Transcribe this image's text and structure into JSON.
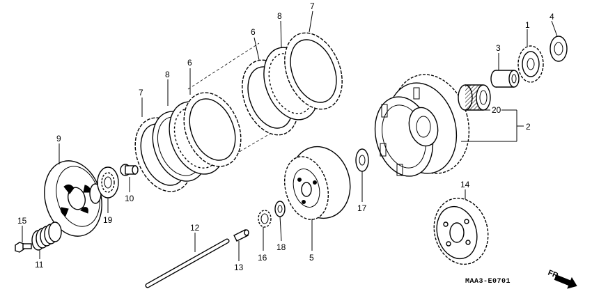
{
  "labels": {
    "p1": "1",
    "p2": "2",
    "p3": "3",
    "p4": "4",
    "p5": "5",
    "p6a": "6",
    "p6b": "6",
    "p7a": "7",
    "p7b": "7",
    "p8a": "8",
    "p8b": "8",
    "p9": "9",
    "p10": "10",
    "p11": "11",
    "p12": "12",
    "p13": "13",
    "p14": "14",
    "p15": "15",
    "p16": "16",
    "p17": "17",
    "p18": "18",
    "p19": "19",
    "p20": "20"
  },
  "diagram_code": "MAA3-E0701",
  "direction_label": "FR.",
  "direction_icon": "front-direction-arrow-icon"
}
